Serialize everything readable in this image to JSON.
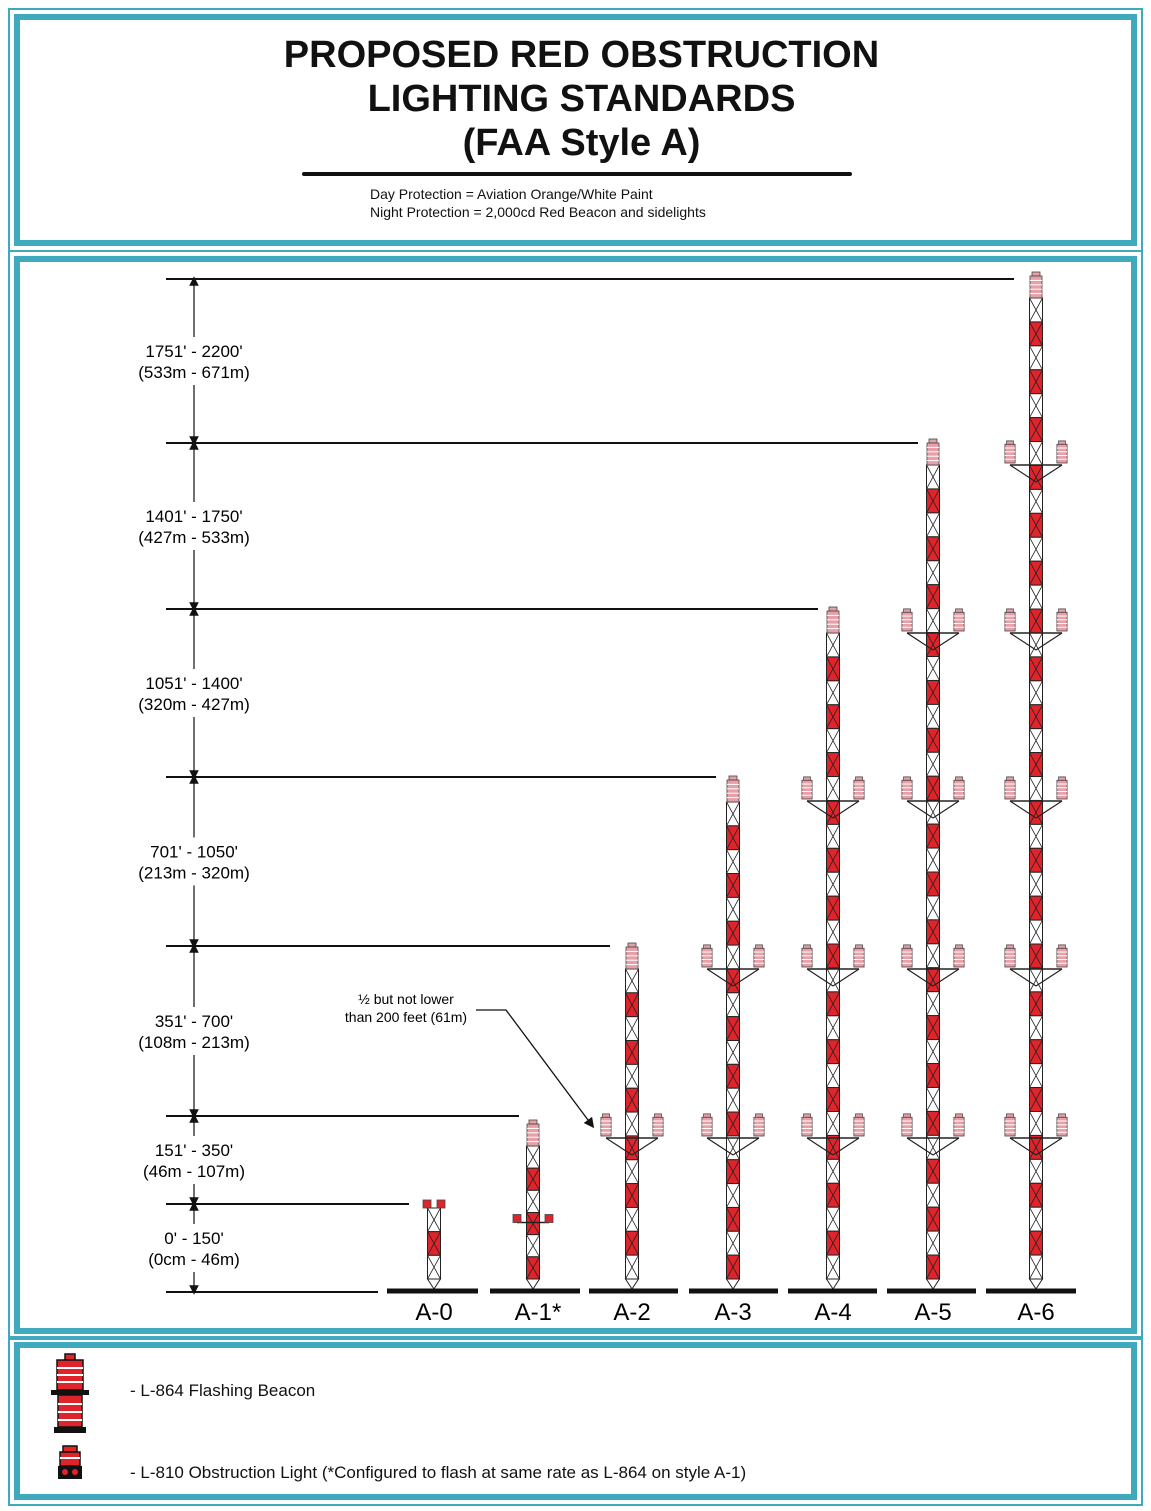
{
  "header": {
    "title_line1": "PROPOSED RED OBSTRUCTION",
    "title_line2": "LIGHTING STANDARDS",
    "title_line3": "(FAA Style A)",
    "day_protection": "Day Protection = Aviation Orange/White Paint",
    "night_protection": "Night Protection = 2,000cd Red Beacon and sidelights"
  },
  "height_ranges": [
    {
      "feet": "1751' - 2200'",
      "meters": "(533m - 671m)"
    },
    {
      "feet": "1401' - 1750'",
      "meters": "(427m - 533m)"
    },
    {
      "feet": "1051' - 1400'",
      "meters": "(320m - 427m)"
    },
    {
      "feet": "701' - 1050'",
      "meters": "(213m - 320m)"
    },
    {
      "feet": "351' - 700'",
      "meters": "(108m - 213m)"
    },
    {
      "feet": "151' - 350'",
      "meters": "(46m - 107m)"
    },
    {
      "feet": "0' - 150'",
      "meters": "(0cm - 46m)"
    }
  ],
  "styles": [
    {
      "label": "A-0",
      "levels": 0,
      "mid_l810": false
    },
    {
      "label": "A-1*",
      "levels": 0,
      "mid_l810": true
    },
    {
      "label": "A-2",
      "levels": 1,
      "mid_l810": false
    },
    {
      "label": "A-3",
      "levels": 2,
      "mid_l810": false
    },
    {
      "label": "A-4",
      "levels": 3,
      "mid_l810": false
    },
    {
      "label": "A-5",
      "levels": 4,
      "mid_l810": false
    },
    {
      "label": "A-6",
      "levels": 5,
      "mid_l810": false
    }
  ],
  "annotation": {
    "line1": "½ but not lower",
    "line2": "than 200 feet (61m)"
  },
  "colors": {
    "frame": "#3fa9bd",
    "tower_red": "#e0242b",
    "beacon_pink": "#e8a0a8"
  },
  "legend": {
    "beacon_label": "-  L-864 Flashing Beacon",
    "beacon_icon": "beacon-icon",
    "light_label": "-  L-810 Obstruction Light (*Configured to flash at same rate as L-864 on style A-1)",
    "light_icon": "obstruction-light-icon"
  }
}
